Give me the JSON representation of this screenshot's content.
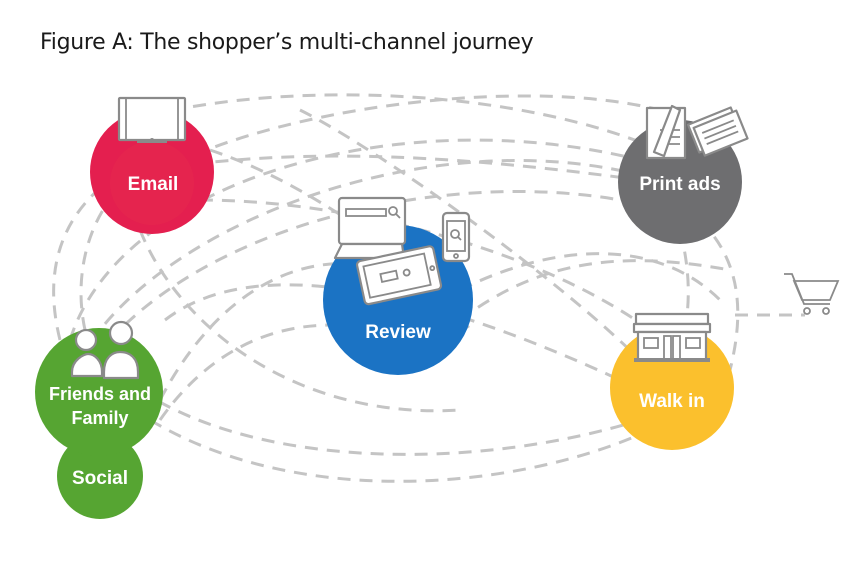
{
  "title": "Figure A: The shopper’s multi-channel journey",
  "nodes": [
    {
      "id": "email",
      "label": "Email",
      "color": "#e41f4f",
      "icon": "tv-monitor-icon"
    },
    {
      "id": "print-ads",
      "label": "Print ads",
      "color": "#6e6e70",
      "icon": "newspaper-icon"
    },
    {
      "id": "review",
      "label": "Review",
      "color": "#1b73c4",
      "icon": "devices-icon"
    },
    {
      "id": "friends-family",
      "label_line1": "Friends and",
      "label_line2": "Family",
      "color": "#56a532",
      "icon": "people-icon"
    },
    {
      "id": "social",
      "label": "Social",
      "color": "#56a532"
    },
    {
      "id": "walk-in",
      "label": "Walk in",
      "color": "#fbc02d",
      "icon": "storefront-icon"
    }
  ],
  "endpoint": {
    "id": "purchase",
    "icon": "shopping-cart-icon"
  },
  "connector_color": "#c4c4c4"
}
